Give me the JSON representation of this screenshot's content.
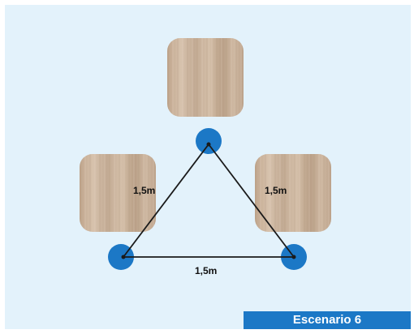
{
  "colors": {
    "background": "#e3f2fb",
    "accent": "#1c78c6",
    "wood": "#c9b39d",
    "line": "#1a1a1a"
  },
  "diagram": {
    "tables": [
      {
        "id": "table-top"
      },
      {
        "id": "table-left"
      },
      {
        "id": "table-right"
      }
    ],
    "positions": [
      {
        "id": "position-top"
      },
      {
        "id": "position-bottom-left"
      },
      {
        "id": "position-bottom-right"
      }
    ],
    "distances": {
      "left": "1,5m",
      "right": "1,5m",
      "bottom": "1,5m"
    }
  },
  "caption": "Escenario 6"
}
